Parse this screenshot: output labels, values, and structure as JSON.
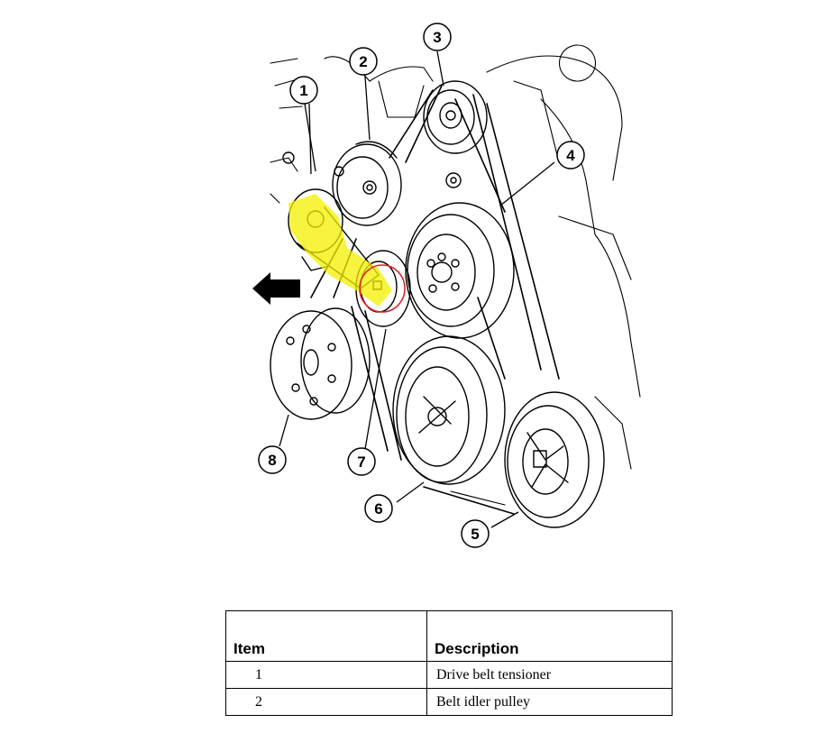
{
  "diagram": {
    "callouts": [
      "1",
      "2",
      "3",
      "4",
      "5",
      "6",
      "7",
      "8"
    ],
    "highlight_color": "#f4f000",
    "circle_color": "#e0202a"
  },
  "table": {
    "headers": {
      "item": "Item",
      "description": "Description"
    },
    "rows": [
      {
        "item": "1",
        "description": "Drive belt tensioner"
      },
      {
        "item": "2",
        "description": "Belt idler pulley"
      }
    ]
  }
}
